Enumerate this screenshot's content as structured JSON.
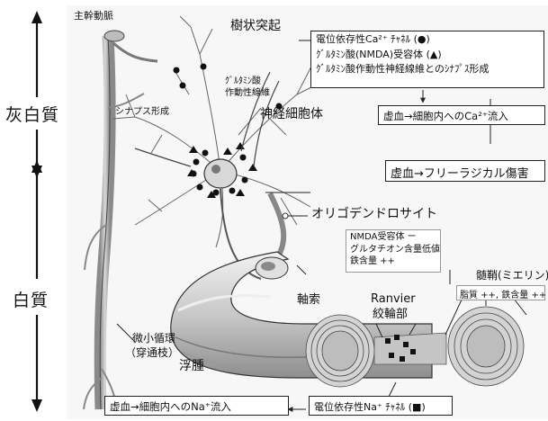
{
  "side_labels": {
    "gray_matter": "灰白質",
    "white_matter": "白質"
  },
  "labels": {
    "main_artery": "主幹動脈",
    "dendrite": "樹状突起",
    "glutamatergic_fiber": [
      "ｸﾞﾙﾀﾐﾝ酸",
      "作動性線維"
    ],
    "synapse_formation": "シナプス形成",
    "neuron_cell_body": "神経細胞体",
    "oligodendrocyte": "オリゴデンドロサイト",
    "myelin": "髄鞘(ミエリン)",
    "axon": "軸索",
    "ranvier": [
      "Ranvier",
      "絞輪部"
    ],
    "microcirculation": [
      "微小循環",
      "（穿通枝）"
    ],
    "edema": "浮腫"
  },
  "boxes": {
    "neuron_receptors": [
      "電位依存性Ca²⁺ ﾁｬﾈﾙ (●)",
      "ｸﾞﾙﾀﾐﾝ酸(NMDA)受容体 (▲)",
      "ｸﾞﾙﾀﾐﾝ酸作動性神経線維とのｼﾅﾌﾟｽ形成"
    ],
    "ca_influx": "虚血→細胞内へのCa²⁺流入",
    "free_radical": "虚血→フリーラジカル傷害",
    "oligo_props": [
      "NMDA受容体 ー",
      "グルタチオン含量低値",
      "鉄含量 ++"
    ],
    "myelin_props": "脂質 ++, 鉄含量 ++",
    "na_influx": "虚血→細胞内へのNa⁺流入",
    "na_channel": "電位依存性Na⁺ ﾁｬﾈﾙ (■)"
  },
  "colors": {
    "axon_fill": "#b4b4b4",
    "myelin_fill": "#cfcfcf",
    "line": "#222222"
  }
}
